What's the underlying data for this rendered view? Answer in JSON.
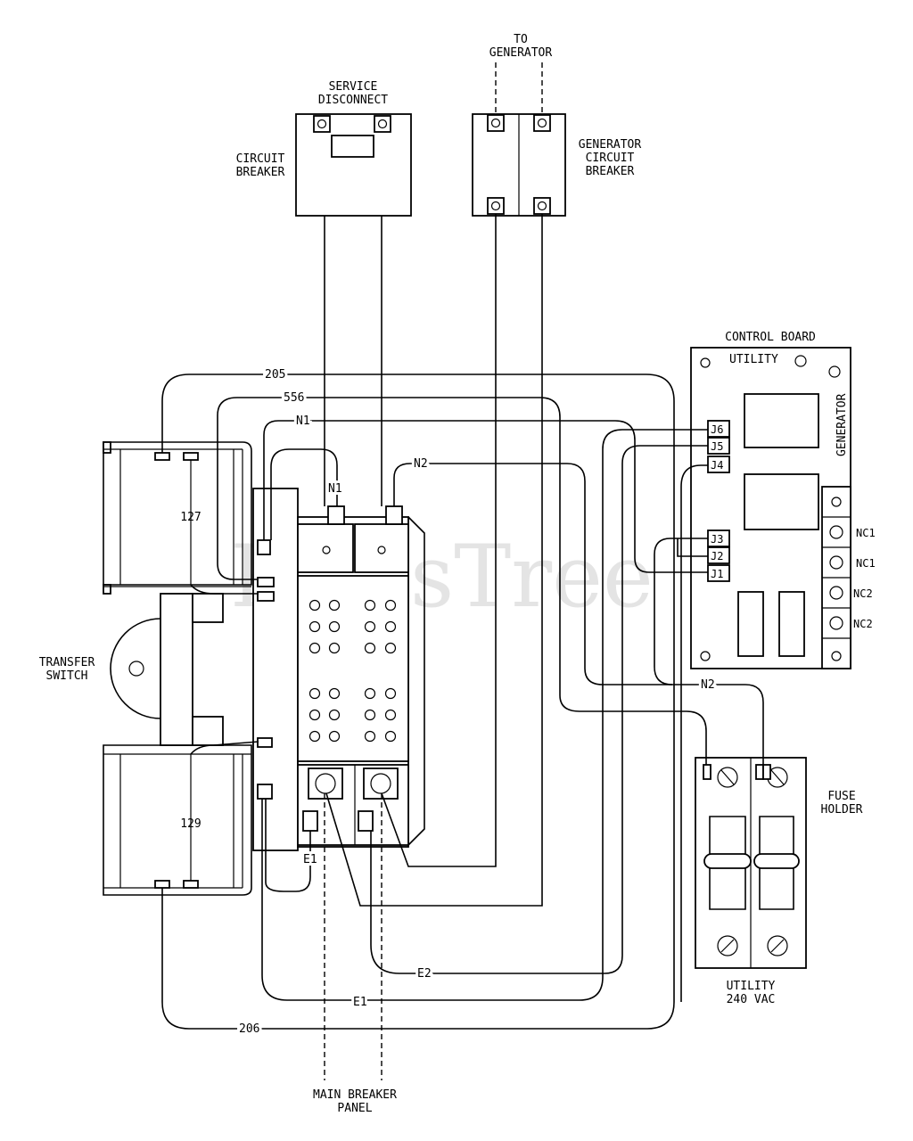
{
  "watermark": "PartsTree",
  "labels": {
    "to_generator": [
      "TO",
      "GENERATOR"
    ],
    "service_disconnect": [
      "SERVICE",
      "DISCONNECT"
    ],
    "circuit_breaker": [
      "CIRCUIT",
      "BREAKER"
    ],
    "generator_circuit_breaker": [
      "GENERATOR",
      "CIRCUIT",
      "BREAKER"
    ],
    "control_board": "CONTROL BOARD",
    "utility": "UTILITY",
    "generator": "GENERATOR",
    "transfer_switch": [
      "TRANSFER",
      "SWITCH"
    ],
    "fuse_holder": [
      "FUSE",
      "HOLDER"
    ],
    "utility_240": [
      "UTILITY",
      "240 VAC"
    ],
    "main_breaker_panel": [
      "MAIN BREAKER",
      "PANEL"
    ]
  },
  "wires": {
    "w205": "205",
    "w556": "556",
    "n1_top": "N1",
    "n1": "N1",
    "n2_top": "N2",
    "n2_bottom": "N2",
    "e1_left": "E1",
    "e1_bottom": "E1",
    "e2": "E2",
    "w206": "206",
    "w127": "127",
    "w129": "129"
  },
  "connectors": {
    "j6": "J6",
    "j5": "J5",
    "j4": "J4",
    "j3": "J3",
    "j2": "J2",
    "j1": "J1"
  },
  "terminals": {
    "nc1_a": "NC1",
    "nc1_b": "NC1",
    "nc2_a": "NC2",
    "nc2_b": "NC2"
  }
}
